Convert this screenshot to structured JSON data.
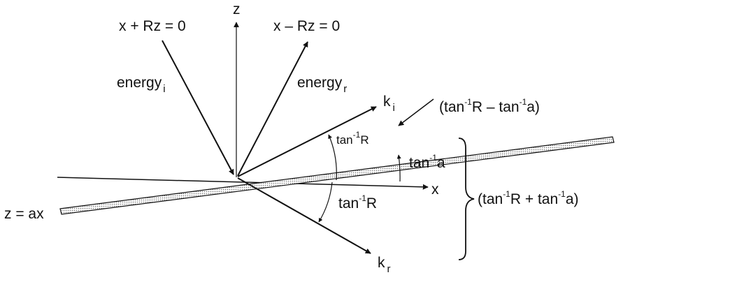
{
  "labels": {
    "z_axis": "z",
    "x_axis": "x",
    "incident_line": "x + Rz = 0",
    "reflected_line": "x – Rz = 0",
    "energy_i_base": "energy",
    "energy_i_sub": "i",
    "energy_r_base": "energy",
    "energy_r_sub": "r",
    "k_i_base": "k",
    "k_i_sub": "i",
    "k_r_base": "k",
    "k_r_sub": "r",
    "diff_angle": {
      "open": "(tan",
      "sup1": "-1",
      "mid": "R – tan",
      "sup2": "-1",
      "close": "a)"
    },
    "upper_angle": {
      "base": "tan",
      "sup": "-1",
      "tail": "R"
    },
    "plane_angle": {
      "base": "tan",
      "sup": "-1",
      "tail": "a"
    },
    "lower_angle": {
      "base": "tan",
      "sup": "-1",
      "tail": "R"
    },
    "sum_angle": {
      "open": "(tan",
      "sup1": "-1",
      "mid": "R + tan",
      "sup2": "-1",
      "close": "a)"
    },
    "plane_label": "z = ax"
  }
}
